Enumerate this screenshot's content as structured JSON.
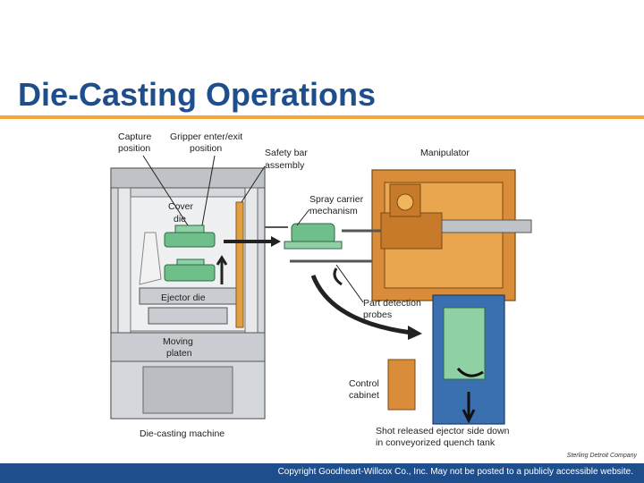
{
  "page": {
    "title": "Die-Casting Operations",
    "credit": "Sterling Detroit Company",
    "footer": "Copyright Goodheart-Willcox Co., Inc.  May not be posted to a publicly accessible website."
  },
  "diagram": {
    "labels": {
      "capture": [
        "Capture",
        "position"
      ],
      "gripper": [
        "Gripper enter/exit",
        "position"
      ],
      "safety": [
        "Safety bar",
        "assembly"
      ],
      "manipulator": "Manipulator",
      "spray": [
        "Spray carrier",
        "mechanism"
      ],
      "cover": [
        "Cover",
        "die"
      ],
      "ejector": "Ejector die",
      "moving": [
        "Moving",
        "platen"
      ],
      "part": [
        "Part detection",
        "probes"
      ],
      "control": [
        "Control",
        "cabinet"
      ],
      "machine": "Die-casting machine",
      "shot": [
        "Shot released ejector side down",
        "in conveyorized quench tank"
      ]
    }
  },
  "colors": {
    "title": "#1f4e8c",
    "rule": "#f4a63a",
    "footer_bg": "#1f4e8c",
    "machine_gray": "#c9ccd0",
    "die_green": "#6fbf8a",
    "manipulator_orange": "#d98c3a",
    "tank_blue": "#3a6fb0"
  }
}
